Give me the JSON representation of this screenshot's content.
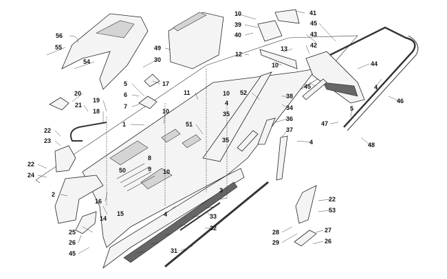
{
  "diagram": {
    "labels": [
      "56",
      "55",
      "54",
      "49",
      "30",
      "17",
      "5",
      "6",
      "7",
      "20",
      "21",
      "19",
      "18",
      "11",
      "10",
      "1",
      "51",
      "22",
      "23",
      "22",
      "24",
      "2",
      "16",
      "14",
      "15",
      "25",
      "26",
      "45",
      "50",
      "8",
      "9",
      "10",
      "4",
      "33",
      "32",
      "31",
      "10",
      "41",
      "39",
      "40",
      "45",
      "43",
      "42",
      "12",
      "13",
      "10",
      "10",
      "52",
      "38",
      "4",
      "35",
      "34",
      "36",
      "37",
      "35",
      "4",
      "3",
      "44",
      "45",
      "4",
      "46",
      "5",
      "47",
      "48",
      "22",
      "53",
      "27",
      "26",
      "28",
      "29"
    ]
  }
}
